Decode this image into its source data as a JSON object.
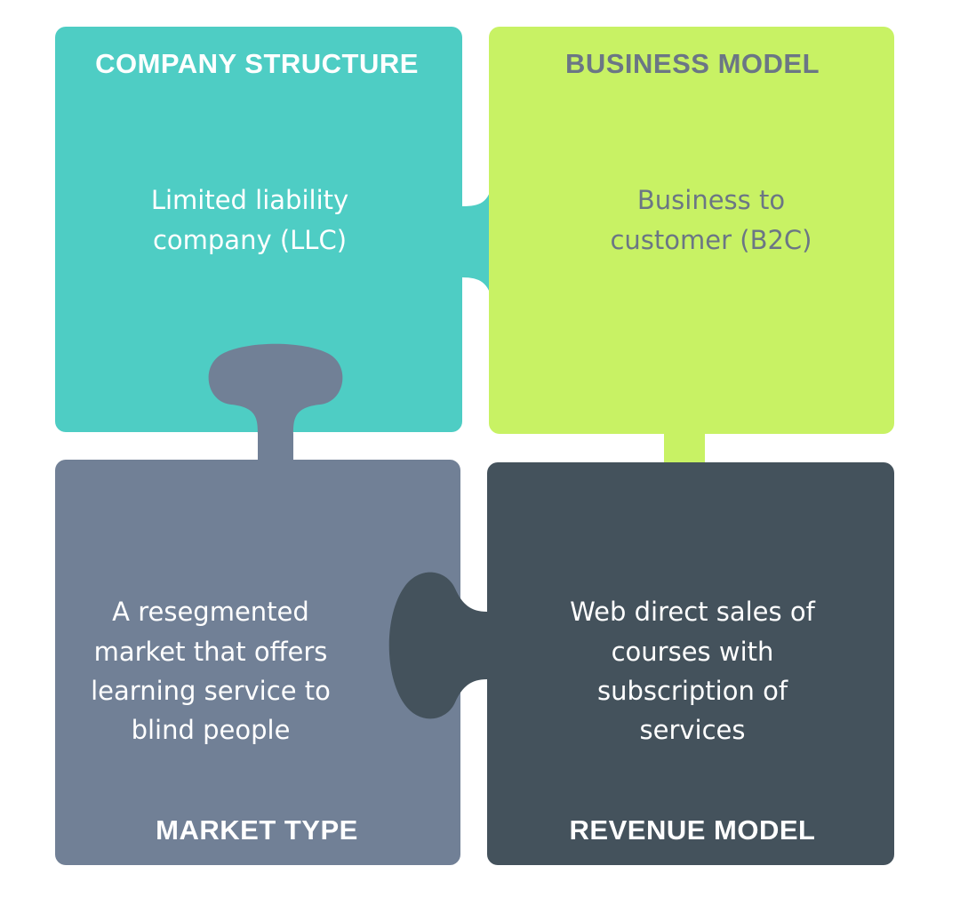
{
  "colors": {
    "background": "#ffffff",
    "company_structure": "#4ecdc4",
    "business_model": "#c8f264",
    "market_type": "#718096",
    "revenue_model": "#44525c",
    "light_text": "#ffffff",
    "dark_text": "#6b7685"
  },
  "pieces": {
    "company_structure": {
      "title": "COMPANY STRUCTURE",
      "lines": [
        "Limited liability",
        "company (LLC)"
      ]
    },
    "business_model": {
      "title": "BUSINESS MODEL",
      "lines": [
        "Business to",
        "customer (B2C)"
      ]
    },
    "market_type": {
      "title": "MARKET TYPE",
      "lines": [
        "A resegmented",
        "market that offers",
        "learning service to",
        "blind people"
      ]
    },
    "revenue_model": {
      "title": "REVENUE MODEL",
      "lines": [
        "Web direct sales of",
        "courses with",
        "subscription of",
        "services"
      ]
    }
  }
}
